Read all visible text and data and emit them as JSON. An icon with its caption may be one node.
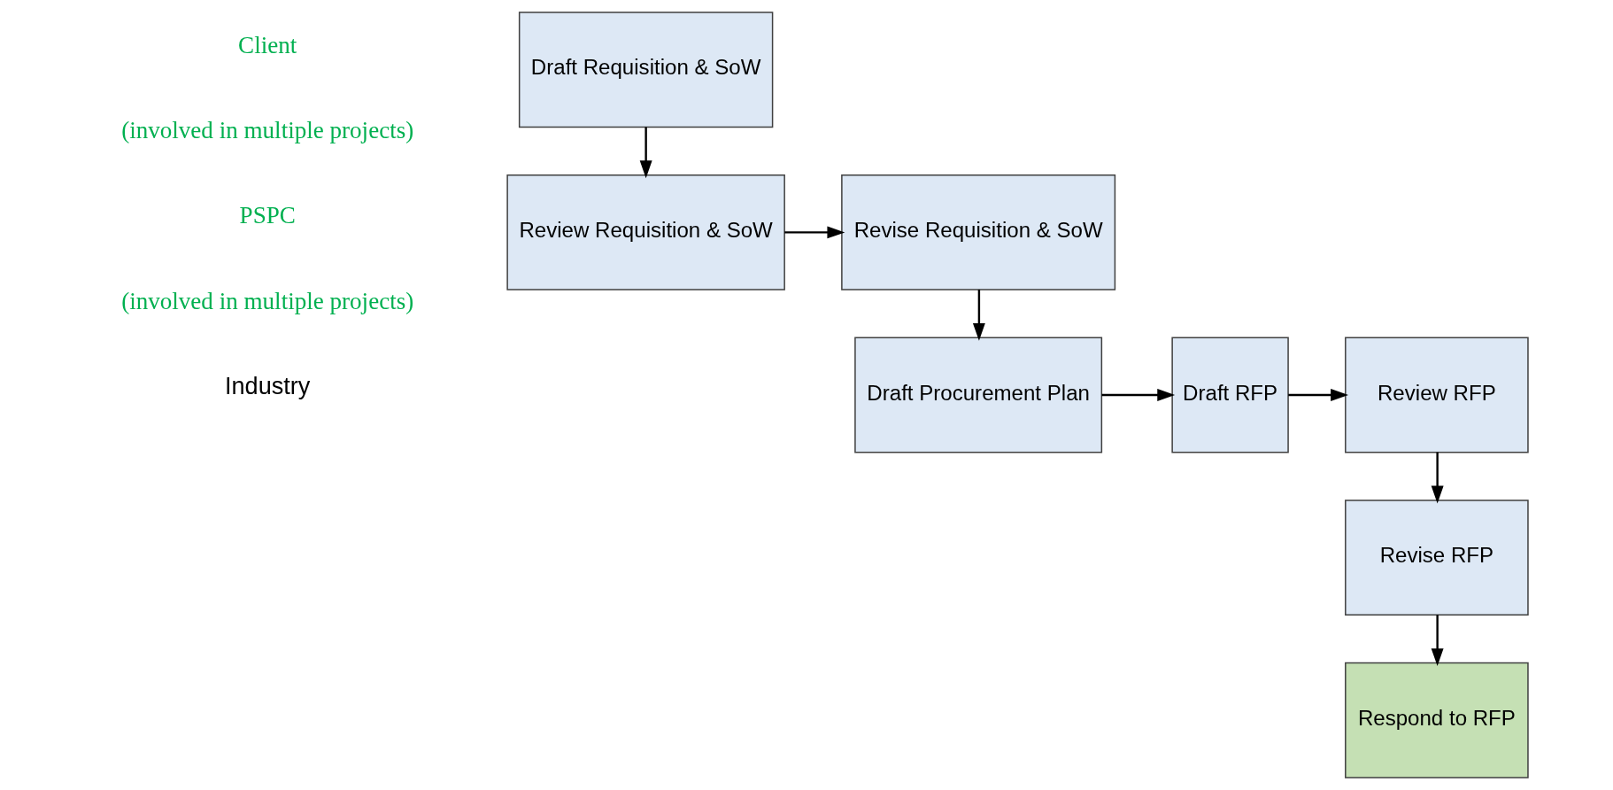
{
  "diagram": {
    "nodes": [
      {
        "text": [
          "Draft Requisition & SoW"
        ]
      },
      {
        "text": [
          "Revise Requisition & SoW"
        ]
      },
      {
        "text": [
          "Review RFP"
        ]
      },
      {
        "text": [
          "Review Requisition & SoW"
        ]
      },
      {
        "text": [
          "Draft Procurement Plan"
        ]
      },
      {
        "text": [
          "Draft RFP"
        ]
      },
      {
        "text": [
          "Revise RFP"
        ]
      },
      {
        "text": [
          "Respond to RFP"
        ]
      }
    ],
    "edges": [
      {
        "from": 0,
        "to": 3,
        "arrow": "to"
      },
      {
        "from": 3,
        "to": 1,
        "arrow": "to"
      },
      {
        "from": 1,
        "to": 4,
        "arrow": "to"
      },
      {
        "from": 4,
        "to": 5,
        "arrow": "to"
      },
      {
        "from": 5,
        "to": 2,
        "arrow": "to"
      },
      {
        "from": 2,
        "to": 6,
        "arrow": "to"
      },
      {
        "from": 6,
        "to": 7,
        "arrow": "to"
      }
    ],
    "labels": [
      "Client",
      "(involved in multiple projects)",
      "PSPC",
      "(involved in multiple projects)",
      "Industry"
    ]
  }
}
